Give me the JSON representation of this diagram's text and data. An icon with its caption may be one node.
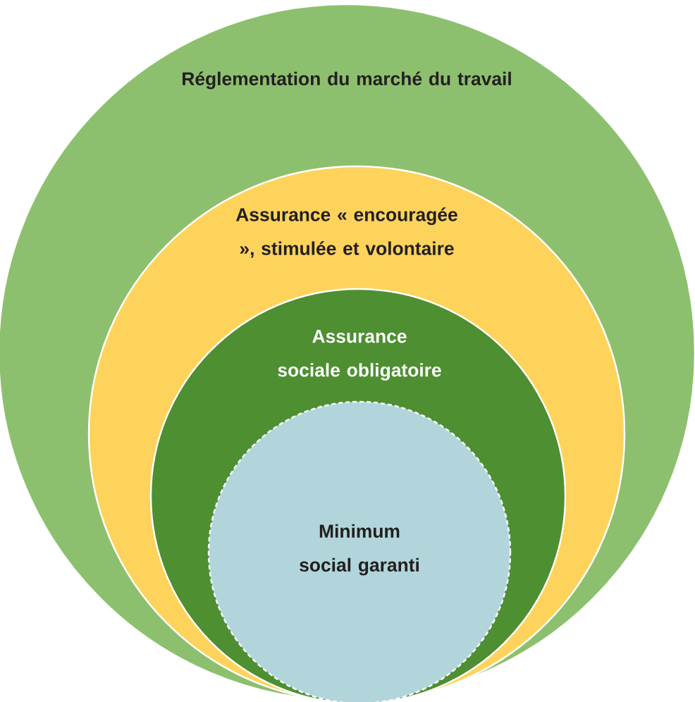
{
  "diagram": {
    "nodes": [
      {
        "text": [
          "Réglementation du marché du travail"
        ]
      },
      {
        "text": [
          "Assurance « encouragée », stimulée et volontaire"
        ],
        "in": 0
      },
      {
        "text": [
          "Assurance sociale obligatoire"
        ],
        "in": 1
      },
      {
        "text": [
          "Minimum social garanti"
        ],
        "in": 2
      }
    ]
  }
}
